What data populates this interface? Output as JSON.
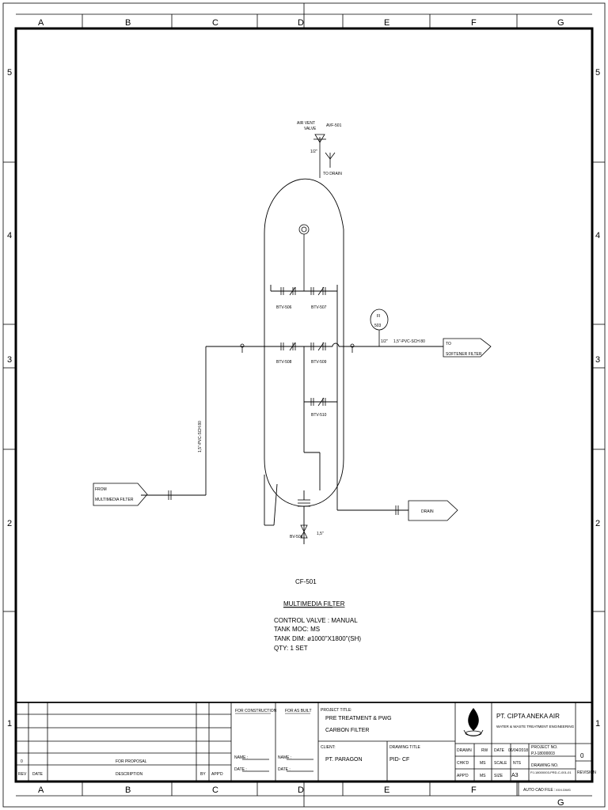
{
  "grid": {
    "columns": [
      "A",
      "B",
      "C",
      "D",
      "E",
      "F",
      "G"
    ],
    "rows": [
      "5",
      "4",
      "3",
      "2",
      "1"
    ]
  },
  "diagram": {
    "air_vent_label_1": "AIR VENT",
    "air_vent_label_2": "VALVE",
    "air_vent_tag": "AVF-501",
    "vent_size": "1/2\"",
    "to_drain_top": "TO DRAIN",
    "valves": [
      "BTV-506",
      "BTV-507",
      "BTV-508",
      "BTV-509",
      "BTV-510"
    ],
    "fi_label": "FI",
    "fi_number": "503",
    "outlet_size": "1/2\"",
    "outlet_pipe": "1,5\"-PVC-SCH 80",
    "inlet_pipe": "1,5\"-PVC-SCH 80",
    "to_softener_1": "TO",
    "to_softener_2": "SOFTENER FILTER",
    "from_multimedia_1": "FROM",
    "from_multimedia_2": "MULTIMEDIA FILTER",
    "drain_label": "DRAIN",
    "bottom_valve": "BV-506",
    "bottom_valve_size": "1,5\"",
    "equipment_tag": "CF-501",
    "equipment_name": "MULTIMEDIA FILTER",
    "spec_1": "CONTROL VALVE : MANUAL",
    "spec_2": "TANK MOC: MS",
    "spec_3": "TANK DIM: ø1000\"X1800\"(SH)",
    "spec_4": "QTY: 1 SET"
  },
  "title_block": {
    "rev_row_rev": "0",
    "rev_row_desc": "FOR PROPOSAL",
    "hdr_rev": "REV",
    "hdr_date": "DATE",
    "hdr_desc": "DESCRIPTION",
    "hdr_by": "BY",
    "hdr_appd": "APP'D",
    "for_construction": "FOR CONSTRUCTION",
    "for_as_built": "FOR AS BUILT",
    "name_label_1": "NAME :",
    "date_label_1": "DATE :",
    "name_label_2": "NAME :",
    "date_label_2": "DATE :",
    "project_title_label": "PROJECT TITLE:",
    "project_title_1": "PRE TREATMENT & PWG",
    "project_title_2": "CARBON FILTER",
    "client_label": "CLIENT:",
    "client_value": "PT. PARAGON",
    "drawing_title_label": "DRAWING TITLE",
    "drawing_title_value": "PID- CF",
    "company_name": "PT. CIPTA ANEKA AIR",
    "company_sub": "WATER & WASTE TREATMENT ENGINEERING",
    "drawn_label": "DRAWN",
    "drawn_value": "RW",
    "chkd_label": "CHK'D",
    "chkd_value": "MS",
    "appd_label": "APP'D",
    "appd_value": "MS",
    "date_label": "DATE",
    "date_value": "06/04/2018",
    "scale_label": "SCALE",
    "scale_value": "NTS",
    "size_label": "SIZE",
    "size_value": "A3",
    "project_no_label": "PROJECT NO.",
    "project_no_value": "PJ-18000003",
    "drawing_no_label": "DRAWING NO.",
    "drawing_no_value": "PJ-18000003-PRD-C-001-01",
    "revision_value": "0",
    "revision_label": "REVISION",
    "auto_cad_label": "AUTO CAD FILE :",
    "auto_cad_value": "XXX.DWG"
  }
}
